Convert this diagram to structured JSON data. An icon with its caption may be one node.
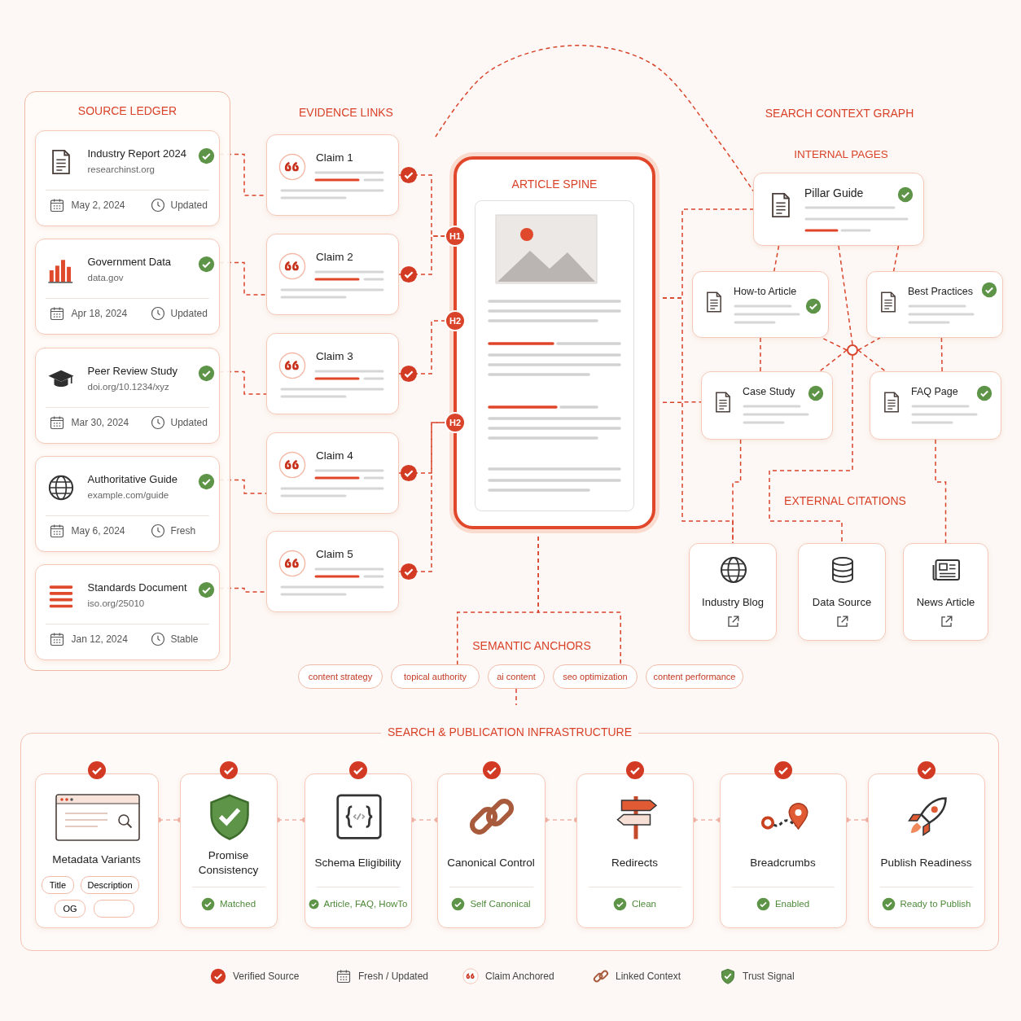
{
  "diagram": {
    "nodes": [
      {
        "text": [
          "SOURCE LEDGER"
        ]
      },
      {
        "text": [
          "Industry Report 2024",
          "researchinst.org",
          "May 2, 2024",
          "Updated"
        ],
        "in": 0
      },
      {
        "text": [
          "Government Data",
          "data.gov",
          "Apr 18, 2024",
          "Updated"
        ],
        "in": 0
      },
      {
        "text": [
          "Peer Review Study",
          "doi.org/10.1234/xyz",
          "Mar 30, 2024",
          "Updated"
        ],
        "in": 0
      },
      {
        "text": [
          "Authoritative Guide",
          "example.com/guide",
          "May 6, 2024",
          "Fresh"
        ],
        "in": 0
      },
      {
        "text": [
          "Standards Document",
          "iso.org/25010",
          "Jan 12, 2024",
          "Stable"
        ],
        "in": 0
      },
      {
        "text": [
          "Claim 1"
        ]
      },
      {
        "text": [
          "Claim 2"
        ]
      },
      {
        "text": [
          "Claim 3"
        ]
      },
      {
        "text": [
          "Claim 4"
        ]
      },
      {
        "text": [
          "Claim 5"
        ]
      },
      {
        "text": [
          "ARTICLE SPINE"
        ]
      },
      {
        "text": [
          "H1"
        ]
      },
      {
        "text": [
          "H2"
        ]
      },
      {
        "text": [
          "H2"
        ]
      },
      {
        "text": [
          "Pillar Guide"
        ]
      },
      {
        "text": [
          "How-to Article"
        ]
      },
      {
        "text": [
          "Best Practices"
        ]
      },
      {
        "text": [
          "Case Study"
        ]
      },
      {
        "text": [
          "FAQ Page"
        ]
      },
      {
        "text": [],
        "shape": "circle"
      },
      {
        "text": [
          "Industry Blog"
        ]
      },
      {
        "text": [
          "Data Source"
        ]
      },
      {
        "text": [
          "News Article"
        ]
      },
      {
        "text": [
          "content strategy"
        ]
      },
      {
        "text": [
          "topical authority"
        ]
      },
      {
        "text": [
          "ai content"
        ]
      },
      {
        "text": [
          "seo optimization"
        ]
      },
      {
        "text": [
          "content performance"
        ]
      },
      {
        "text": [
          "SEARCH & PUBLICATION INFRASTRUCTURE"
        ]
      },
      {
        "text": [
          "Metadata Variants"
        ],
        "in": 29
      },
      {
        "text": [
          "Title"
        ],
        "in": 30
      },
      {
        "text": [
          "Description"
        ],
        "in": 30
      },
      {
        "text": [
          "OG"
        ],
        "in": 30
      },
      {
        "text": [],
        "shape": "box",
        "in": 30
      },
      {
        "text": [
          "Promise Consistency",
          "Matched"
        ],
        "in": 29
      },
      {
        "text": [
          "Schema Eligibility",
          "Article, FAQ, HowTo"
        ],
        "in": 29
      },
      {
        "text": [
          "Canonical Control",
          "Self Canonical"
        ],
        "in": 29
      },
      {
        "text": [
          "Redirects",
          "Clean"
        ],
        "in": 29
      },
      {
        "text": [
          "Breadcrumbs",
          "Enabled"
        ],
        "in": 29
      },
      {
        "text": [
          "Publish Readiness",
          "Ready to Publish"
        ],
        "in": 29
      }
    ],
    "edges": [
      {
        "from": 1,
        "to": 6,
        "arrow": "none",
        "style": "dashed"
      },
      {
        "from": 2,
        "to": 7,
        "arrow": "none",
        "style": "dashed"
      },
      {
        "from": 3,
        "to": 8,
        "arrow": "none",
        "style": "dashed"
      },
      {
        "from": 4,
        "to": 9,
        "arrow": "none",
        "style": "dashed"
      },
      {
        "from": 5,
        "to": 10,
        "arrow": "none",
        "style": "dashed"
      },
      {
        "from": 6,
        "to": 12,
        "arrow": "none",
        "style": "dashed"
      },
      {
        "from": 7,
        "to": 12,
        "arrow": "none",
        "style": "dashed"
      },
      {
        "from": 8,
        "to": 13,
        "arrow": "none",
        "style": "dashed"
      },
      {
        "from": 9,
        "to": 14,
        "arrow": "none",
        "style": "dashed"
      },
      {
        "from": 10,
        "to": 14,
        "arrow": "none",
        "style": "dashed"
      },
      {
        "from": 11,
        "to": 15,
        "arrow": "none",
        "style": "dashed"
      },
      {
        "from": 11,
        "to": 18,
        "arrow": "none",
        "style": "dashed"
      },
      {
        "from": 11,
        "to": 21,
        "arrow": "none",
        "style": "dashed"
      },
      {
        "from": null,
        "to": 15,
        "arrow": "none",
        "style": "dashed"
      },
      {
        "from": 15,
        "to": 16,
        "arrow": "none",
        "style": "dashed"
      },
      {
        "from": 15,
        "to": 17,
        "arrow": "none",
        "style": "dashed"
      },
      {
        "from": 15,
        "to": 20,
        "arrow": "none",
        "style": "dashed"
      },
      {
        "from": 16,
        "to": 18,
        "arrow": "none",
        "style": "dashed"
      },
      {
        "from": 17,
        "to": 19,
        "arrow": "none",
        "style": "dashed"
      },
      {
        "from": 20,
        "to": 16,
        "arrow": "none",
        "style": "dashed"
      },
      {
        "from": 20,
        "to": 17,
        "arrow": "none",
        "style": "dashed"
      },
      {
        "from": 20,
        "to": 18,
        "arrow": "none",
        "style": "dashed"
      },
      {
        "from": 20,
        "to": 19,
        "arrow": "none",
        "style": "dashed"
      },
      {
        "from": 20,
        "to": 22,
        "arrow": "none",
        "style": "dashed"
      },
      {
        "from": 18,
        "to": 21,
        "arrow": "none",
        "style": "dashed"
      },
      {
        "from": 19,
        "to": 23,
        "arrow": "none",
        "style": "dashed"
      },
      {
        "from": 11,
        "to": 25,
        "arrow": "none",
        "style": "dashed"
      },
      {
        "from": 11,
        "to": 27,
        "arrow": "none",
        "style": "dashed"
      },
      {
        "from": 26,
        "to": null,
        "arrow": "none",
        "style": "dashed"
      },
      {
        "from": 30,
        "to": 35,
        "arrow": "other",
        "style": "dashed"
      },
      {
        "from": 35,
        "to": 36,
        "arrow": "other",
        "style": "dashed"
      },
      {
        "from": 36,
        "to": 37,
        "arrow": "other",
        "style": "dashed"
      },
      {
        "from": 37,
        "to": 38,
        "arrow": "other",
        "style": "dashed"
      },
      {
        "from": 38,
        "to": 39,
        "arrow": "other",
        "style": "dashed"
      },
      {
        "from": 39,
        "to": 40,
        "arrow": "other",
        "style": "dashed"
      }
    ],
    "labels": [
      "EVIDENCE LINKS",
      "SEARCH CONTEXT GRAPH",
      "INTERNAL PAGES",
      "EXTERNAL CITATIONS",
      "SEMANTIC ANCHORS"
    ],
    "legend": [
      {
        "text": "Verified Source"
      },
      {
        "text": "Fresh / Updated"
      },
      {
        "text": "Claim Anchored"
      },
      {
        "text": "Linked Context"
      },
      {
        "text": "Trust Signal"
      }
    ]
  }
}
